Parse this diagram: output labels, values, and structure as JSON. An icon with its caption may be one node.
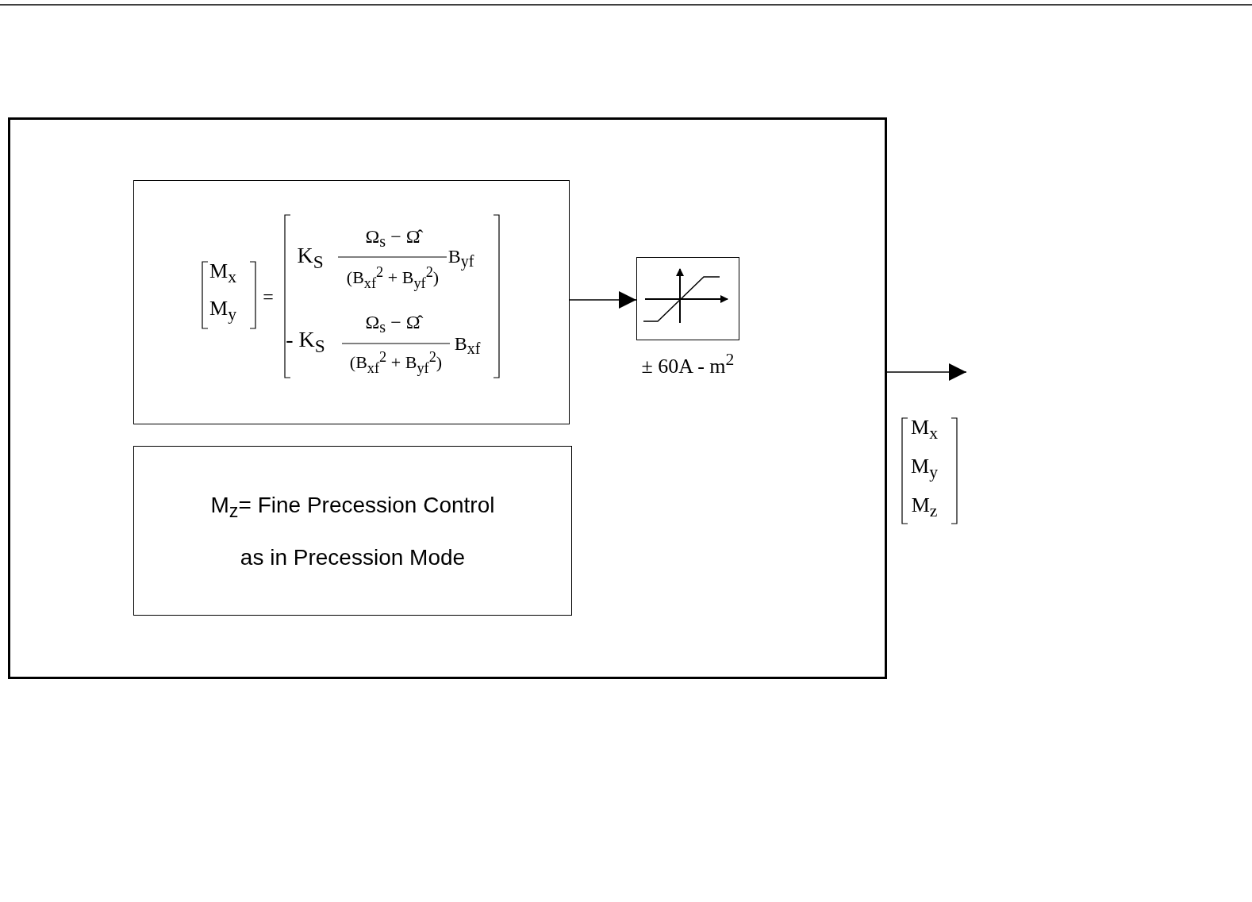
{
  "diagram": {
    "nodes": [
      {
        "text": [],
        "shape": "box"
      },
      {
        "text": [
          "M$_{x}$",
          "M$_{y}$",
          "=",
          "K$_{S}$",
          "Ω$_{s}$ − Ω̂",
          "(B$_{xf}$$^{2}$ + B$_{yf}$$^{2}$)",
          "B$_{yf}$",
          "- K$_{S}$",
          "Ω$_{s}$ − Ω̂",
          "(B$_{xf}$$^{2}$ + B$_{yf}$$^{2}$)",
          "B$_{xf}$"
        ],
        "in": 0
      },
      {
        "text": [
          "M$_{z}$= Fine Precession Control as in Precession Mode"
        ],
        "in": 0
      },
      {
        "text": [],
        "shape": "picture",
        "in": 0,
        "beside": [
          "± 60A - m$^{2}$"
        ]
      }
    ],
    "edges": [
      {
        "from": 1,
        "to": 3,
        "arrow": "to"
      },
      {
        "from": 0,
        "to": null,
        "arrow": "to"
      }
    ],
    "labels": [
      "M$_{x}$",
      "M$_{y}$",
      "M$_{z}$"
    ]
  }
}
